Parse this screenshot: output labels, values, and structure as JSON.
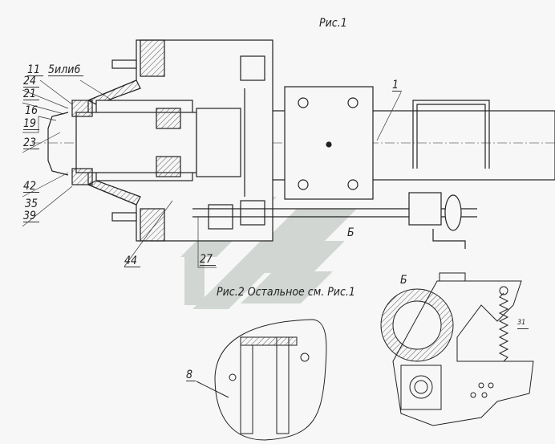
{
  "figure1": {
    "title": "Рис.1",
    "callouts": [
      "11",
      "5или6",
      "24",
      "21",
      "16",
      "19",
      "23",
      "42",
      "35",
      "39",
      "1",
      "44",
      "27"
    ],
    "view_marker": "Б"
  },
  "figure2": {
    "title": "Рис.2 Остальное см. Рис.1",
    "callouts": [
      "8"
    ]
  },
  "view_b": {
    "title": "Б",
    "callouts": [
      "31"
    ]
  }
}
